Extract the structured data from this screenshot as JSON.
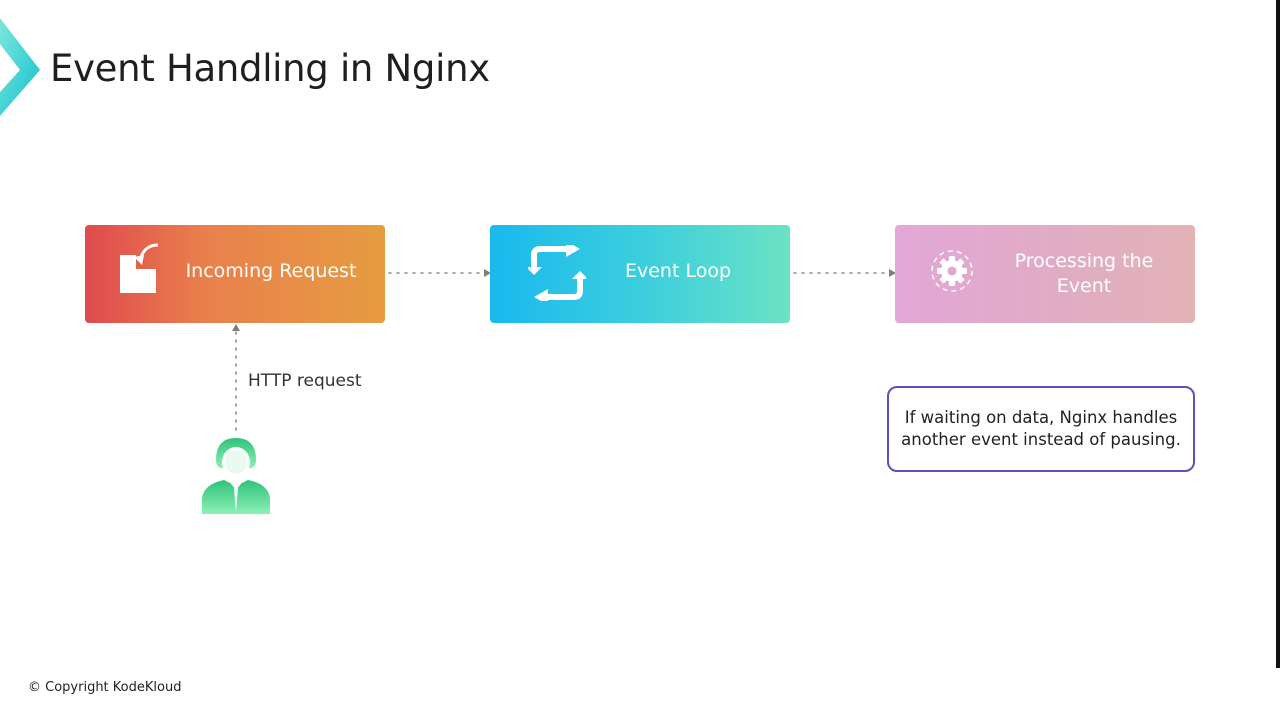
{
  "header": {
    "title": "Event Handling in Nginx"
  },
  "diagram": {
    "nodes": [
      {
        "id": "incoming",
        "label": "Incoming Request",
        "icon": "document-incoming-icon"
      },
      {
        "id": "loop",
        "label": "Event Loop",
        "icon": "refresh-cycle-icon"
      },
      {
        "id": "process",
        "label": "Processing the Event",
        "icon": "gear-icon"
      }
    ],
    "edges": [
      {
        "from": "user",
        "to": "incoming",
        "label": "HTTP request"
      },
      {
        "from": "incoming",
        "to": "loop",
        "label": ""
      },
      {
        "from": "loop",
        "to": "process",
        "label": ""
      }
    ],
    "user": {
      "icon": "user-icon"
    },
    "note": {
      "text": "If waiting on data, Nginx handles another event instead of pausing."
    }
  },
  "colors": {
    "incoming": [
      "#df4a4e",
      "#e69c41"
    ],
    "loop": [
      "#19b9ee",
      "#6ce2c4"
    ],
    "process": [
      "#e3a7d8",
      "#e3b3b6"
    ],
    "note_border": "#5a52b8",
    "user": "#3ecf86",
    "logo": "#2fd3cf"
  },
  "footer": {
    "copyright": "© Copyright KodeKloud"
  }
}
